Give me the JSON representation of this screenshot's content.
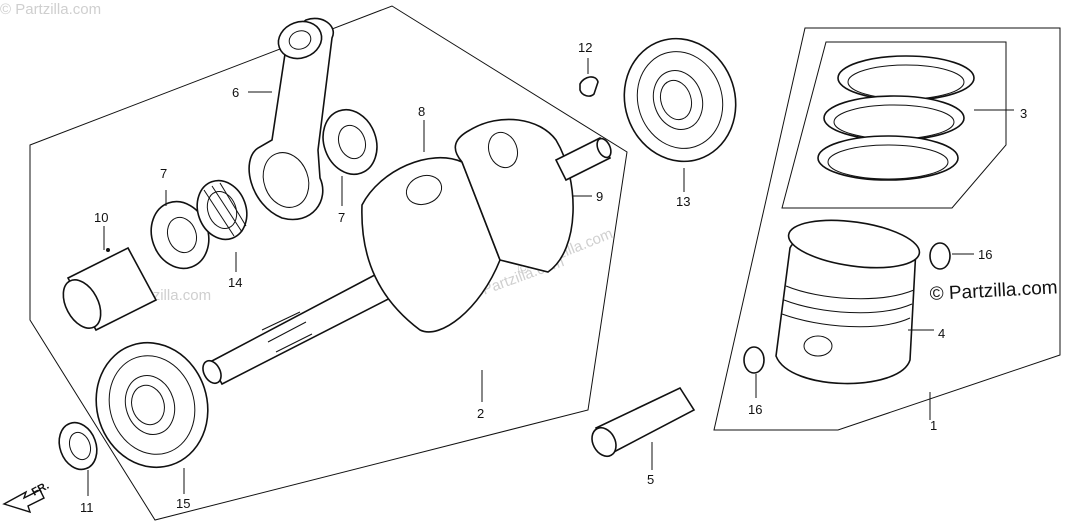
{
  "watermarks": [
    "© Partzilla.com",
    "© Partzilla.com",
    "© Partzilla.com",
    "© Partzilla.com"
  ],
  "brand_label": "© Partzilla.com",
  "direction_label": "FR.",
  "callouts": [
    "1",
    "2",
    "3",
    "4",
    "5",
    "6",
    "7",
    "7",
    "8",
    "9",
    "10",
    "11",
    "12",
    "13",
    "14",
    "15",
    "16",
    "16"
  ]
}
